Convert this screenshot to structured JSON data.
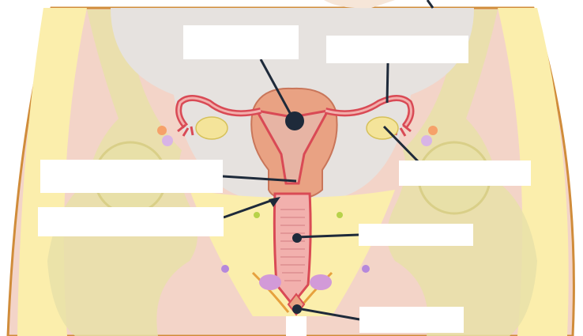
{
  "diagram": {
    "labels": [
      {
        "id": "fundus-label",
        "text": ""
      },
      {
        "id": "fallopian-tube-label",
        "text": ""
      },
      {
        "id": "cervix-label",
        "text": ""
      },
      {
        "id": "cervical-canal-label",
        "text": ""
      },
      {
        "id": "ovary-label",
        "text": ""
      },
      {
        "id": "vagina-label",
        "text": ""
      },
      {
        "id": "vaginal-opening-label",
        "text": ""
      }
    ],
    "colors": {
      "skin": "#f3d4c8",
      "fat": "#fbeeac",
      "bone": "#e8e0a8",
      "uterus": "#e9a283",
      "vagina": "#f2b0ad",
      "tube": "#d94a55",
      "line": "#1e2a3a",
      "outline": "#d08c3a"
    }
  }
}
